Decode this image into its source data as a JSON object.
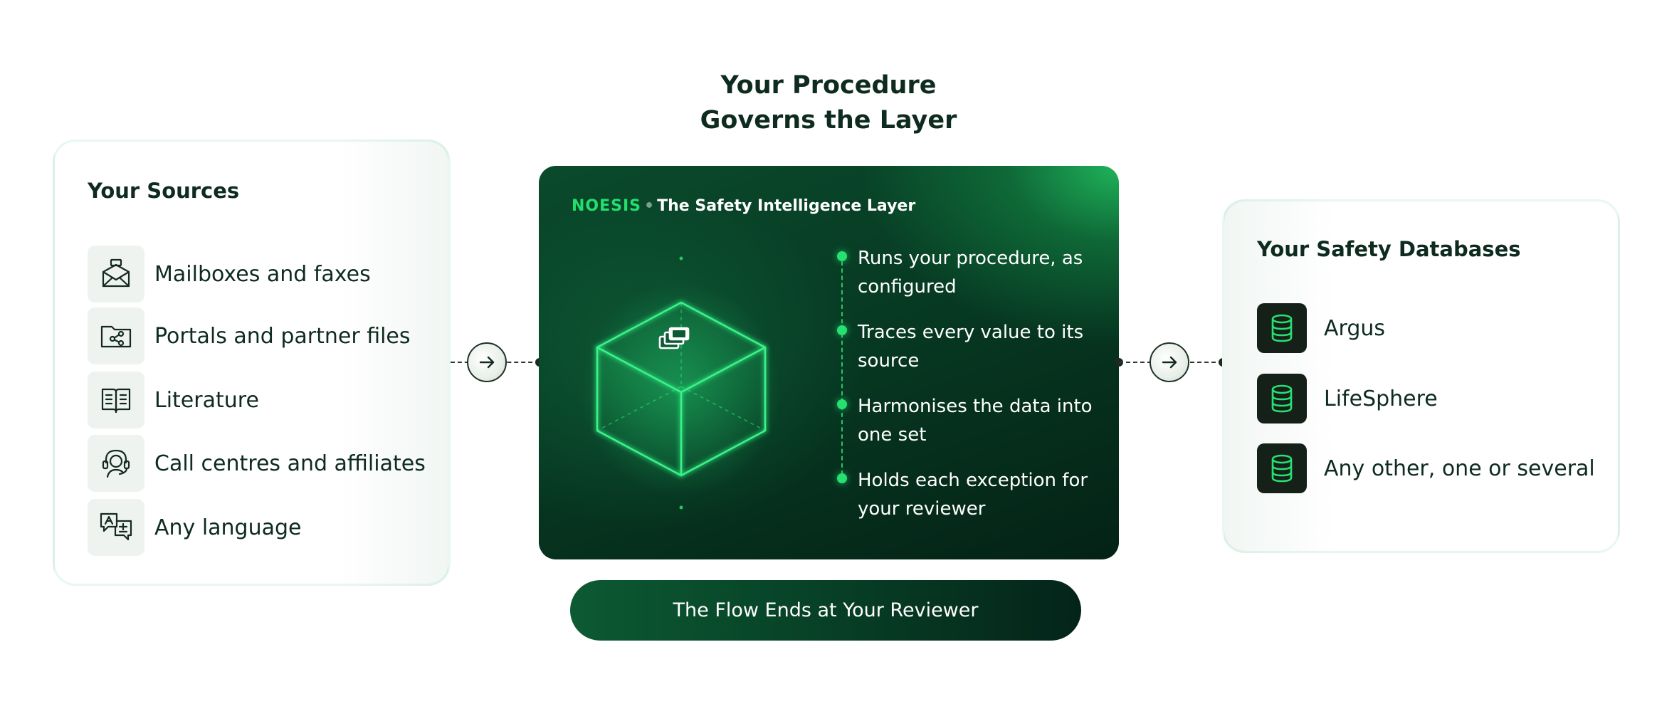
{
  "headline": {
    "line1": "Your Procedure",
    "line2": "Governs the Layer"
  },
  "sources": {
    "title": "Your Sources",
    "items": [
      {
        "label": "Mailboxes and faxes",
        "icon": "mailbox-icon"
      },
      {
        "label": "Portals and partner files",
        "icon": "shared-folder-icon"
      },
      {
        "label": "Literature",
        "icon": "open-book-icon"
      },
      {
        "label": "Call centres and affiliates",
        "icon": "headset-agent-icon"
      },
      {
        "label": "Any language",
        "icon": "translate-icon"
      }
    ]
  },
  "center": {
    "brand": "NOESIS",
    "separator": "•",
    "tagline": "The Safety Intelligence Layer",
    "steps": [
      {
        "text": "Runs your procedure, as configured"
      },
      {
        "text": "Traces every value to its source"
      },
      {
        "text": "Harmonises the data into one set"
      },
      {
        "text": "Holds each exception for your reviewer"
      }
    ],
    "colors": {
      "accent": "#22e06e",
      "panel_dark": "#042216",
      "panel_light": "#1fb35a"
    }
  },
  "databases": {
    "title": "Your Safety Databases",
    "items": [
      {
        "label": "Argus",
        "icon": "database-icon"
      },
      {
        "label": "LifeSphere",
        "icon": "database-icon"
      },
      {
        "label": "Any other, one or several",
        "icon": "database-icon"
      }
    ]
  },
  "footer": {
    "label": "The Flow Ends at Your Reviewer"
  }
}
